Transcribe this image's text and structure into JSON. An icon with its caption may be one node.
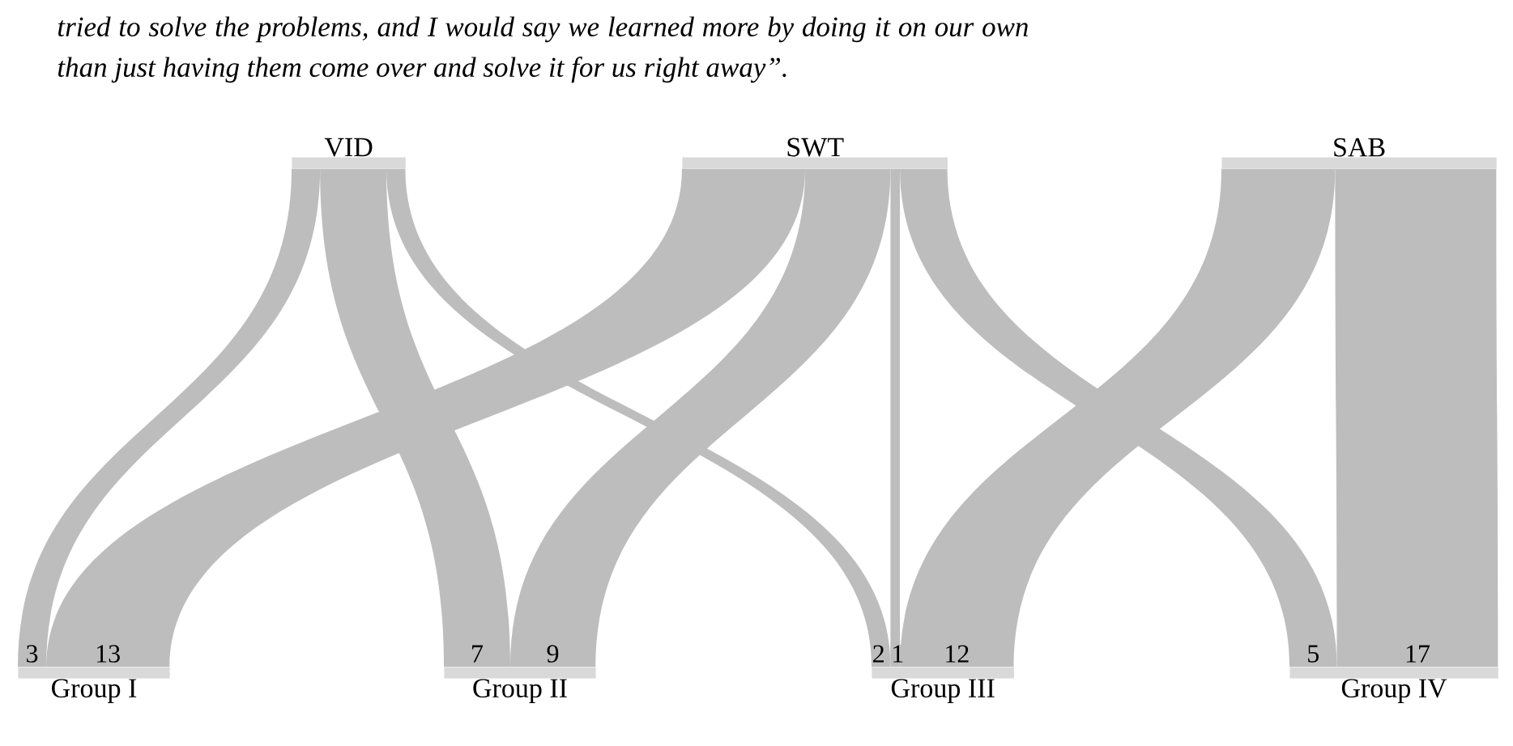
{
  "diagram": {
    "nodes": [
      {
        "text": [
          "VID"
        ]
      },
      {
        "text": [
          "SWT"
        ]
      },
      {
        "text": [
          "SAB"
        ]
      },
      {
        "text": [
          "Group I"
        ]
      },
      {
        "text": [
          "Group II"
        ]
      },
      {
        "text": [
          "Group III"
        ]
      },
      {
        "text": [
          "Group IV"
        ]
      }
    ],
    "edges": [
      {
        "from": 0,
        "to": 3,
        "arrow": "none"
      },
      {
        "from": 0,
        "to": 4,
        "arrow": "none"
      },
      {
        "from": 0,
        "to": 5,
        "arrow": "none"
      },
      {
        "from": 1,
        "to": 3,
        "arrow": "none"
      },
      {
        "from": 1,
        "to": 4,
        "arrow": "none"
      },
      {
        "from": 1,
        "to": 5,
        "arrow": "none"
      },
      {
        "from": 1,
        "to": 6,
        "arrow": "none"
      },
      {
        "from": 2,
        "to": 5,
        "arrow": "none"
      },
      {
        "from": 2,
        "to": 6,
        "arrow": "none"
      }
    ],
    "labels": [
      "tried to solve the problems, and I would say we learned more by doing it on our own than just having them come over and solve it for us right away”.",
      "3",
      "13",
      "7",
      "9",
      "2",
      "1",
      "12",
      "5",
      "17"
    ]
  }
}
